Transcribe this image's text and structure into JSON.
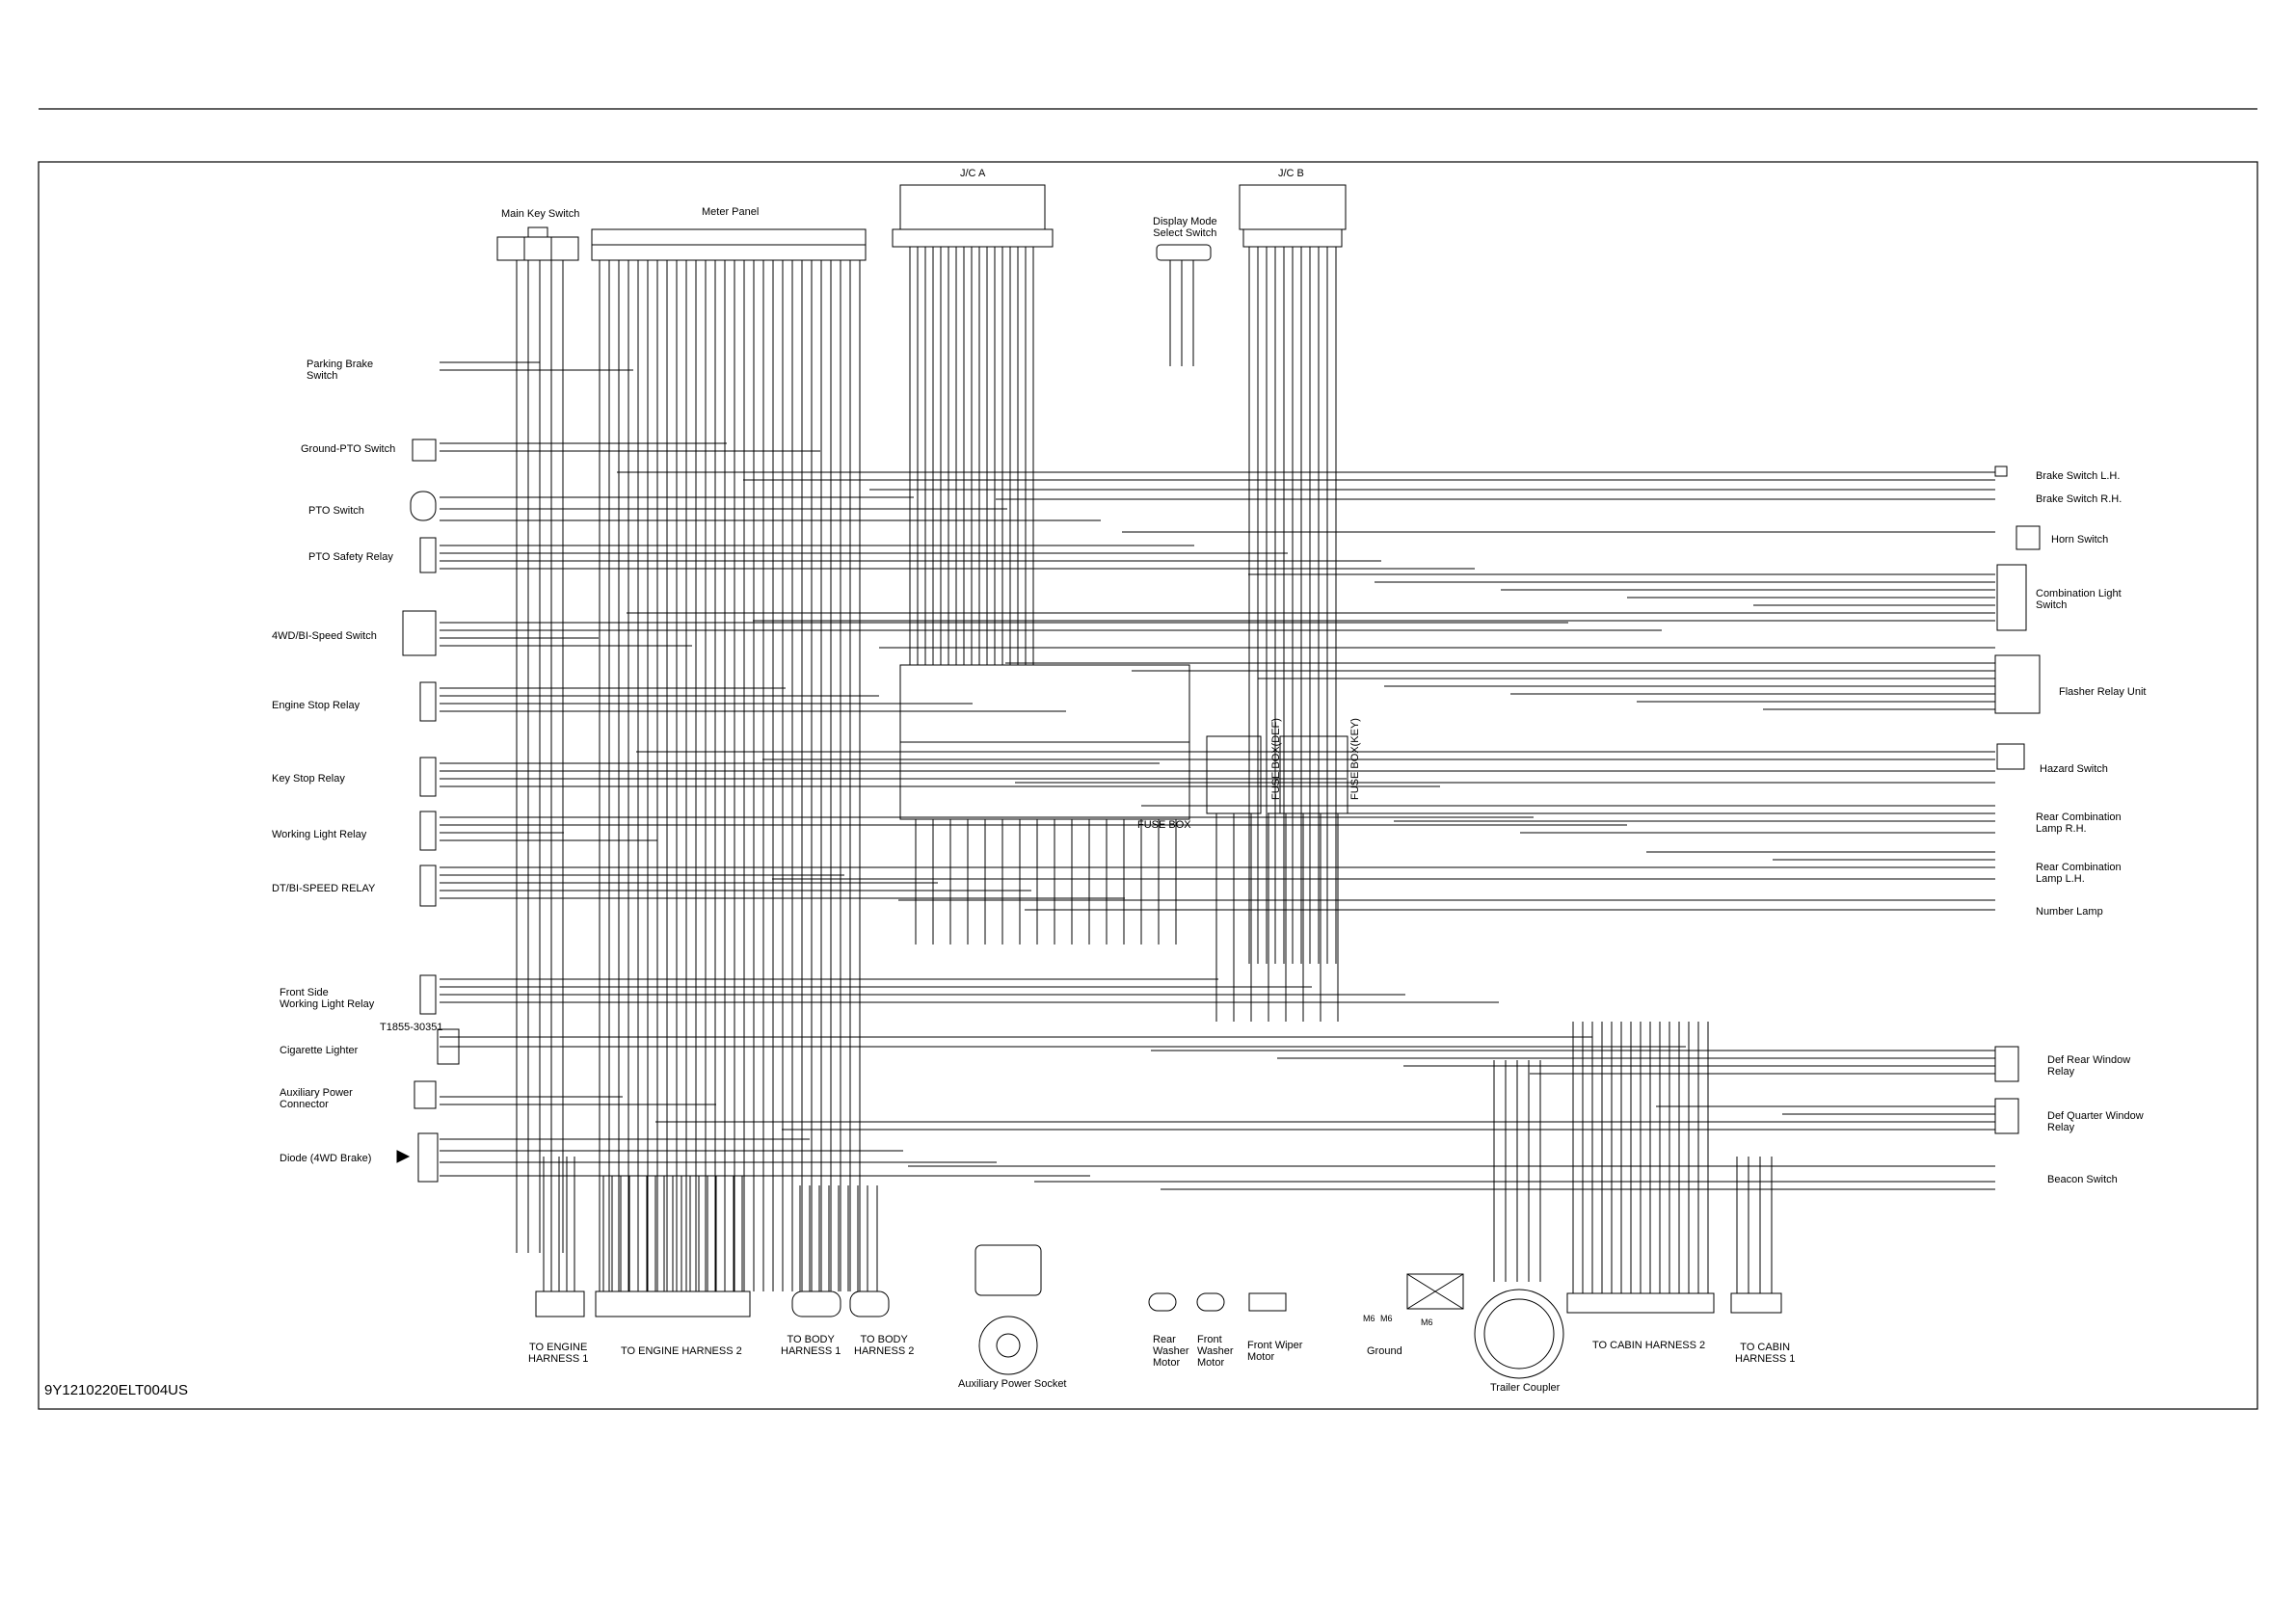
{
  "figure_code": "9Y1210220ELT004US",
  "top_components": {
    "main_key_switch": "Main Key Switch",
    "meter_panel": "Meter Panel",
    "jc_a": "J/C A",
    "jc_b": "J/C B",
    "display_mode_select_switch": "Display Mode\nSelect Switch"
  },
  "left_components": {
    "parking_brake_switch": "Parking Brake\nSwitch",
    "ground_pto_switch": "Ground-PTO Switch",
    "pto_switch": "PTO Switch",
    "pto_safety_relay": "PTO Safety Relay",
    "fourwd_bispeed_switch": "4WD/BI-Speed Switch",
    "engine_stop_relay": "Engine Stop Relay",
    "key_stop_relay": "Key Stop Relay",
    "working_light_relay": "Working Light Relay",
    "dt_bispeed_relay": "DT/BI-SPEED RELAY",
    "front_side_working_light_relay": "Front Side\nWorking Light Relay",
    "part_number": "T1855-30351",
    "cigarette_lighter": "Cigarette Lighter",
    "auxiliary_power_connector": "Auxiliary Power\nConnector",
    "diode_4wd_brake": "Diode (4WD Brake)"
  },
  "right_components": {
    "brake_switch_lh": "Brake Switch L.H.",
    "brake_switch_rh": "Brake Switch R.H.",
    "horn_switch": "Horn Switch",
    "combination_light_switch": "Combination Light\nSwitch",
    "flasher_relay_unit": "Flasher Relay Unit",
    "hazard_switch": "Hazard Switch",
    "rear_combination_lamp_rh": "Rear Combination\nLamp R.H.",
    "rear_combination_lamp_lh": "Rear Combination\nLamp L.H.",
    "number_lamp": "Number Lamp",
    "def_rear_window_relay": "Def Rear Window\nRelay",
    "def_quarter_window_relay": "Def Quarter Window\nRelay",
    "beacon_switch": "Beacon Switch"
  },
  "center_components": {
    "fuse_box": "FUSE BOX",
    "fuse_box_def": "FUSE BOX(DEF)",
    "fuse_box_key": "FUSE BOX(KEY)"
  },
  "bottom_components": {
    "to_engine_harness_1": "TO ENGINE\nHARNESS 1",
    "to_engine_harness_2": "TO ENGINE HARNESS 2",
    "to_body_harness_1": "TO BODY\nHARNESS 1",
    "to_body_harness_2": "TO BODY\nHARNESS 2",
    "auxiliary_power_socket": "Auxiliary Power Socket",
    "rear_washer_motor": "Rear\nWasher\nMotor",
    "front_washer_motor": "Front\nWasher\nMotor",
    "front_wiper_motor": "Front Wiper\nMotor",
    "ground": "Ground",
    "m6_a": "M6",
    "m6_b": "M6",
    "m6_c": "M6",
    "trailer_coupler": "Trailer Coupler",
    "to_cabin_harness_2": "TO CABIN HARNESS 2",
    "to_cabin_harness_1": "TO CABIN\nHARNESS 1"
  },
  "colors": {
    "line": "#000000",
    "background": "#ffffff"
  },
  "icons": [
    "connector-icon",
    "relay-icon",
    "switch-icon",
    "diode-icon",
    "ground-icon",
    "socket-icon",
    "motor-icon",
    "fuse-icon"
  ]
}
